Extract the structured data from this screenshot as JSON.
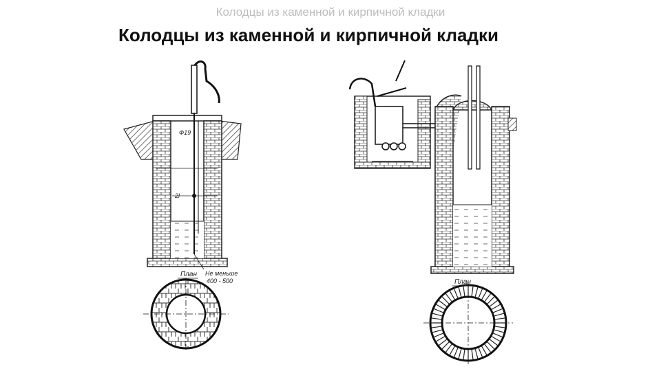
{
  "header": {
    "caption": "Колодцы из каменной и кирпичной кладки",
    "title": "Колодцы из каменной и кирпичной кладки"
  },
  "left_drawing": {
    "dim_label_1": "Ф19",
    "dim_label_2": "2l",
    "plan_label": "План",
    "note_line_1": "Не меньше",
    "note_line_2": "400 - 500"
  },
  "right_drawing": {
    "plan_label": "План"
  }
}
